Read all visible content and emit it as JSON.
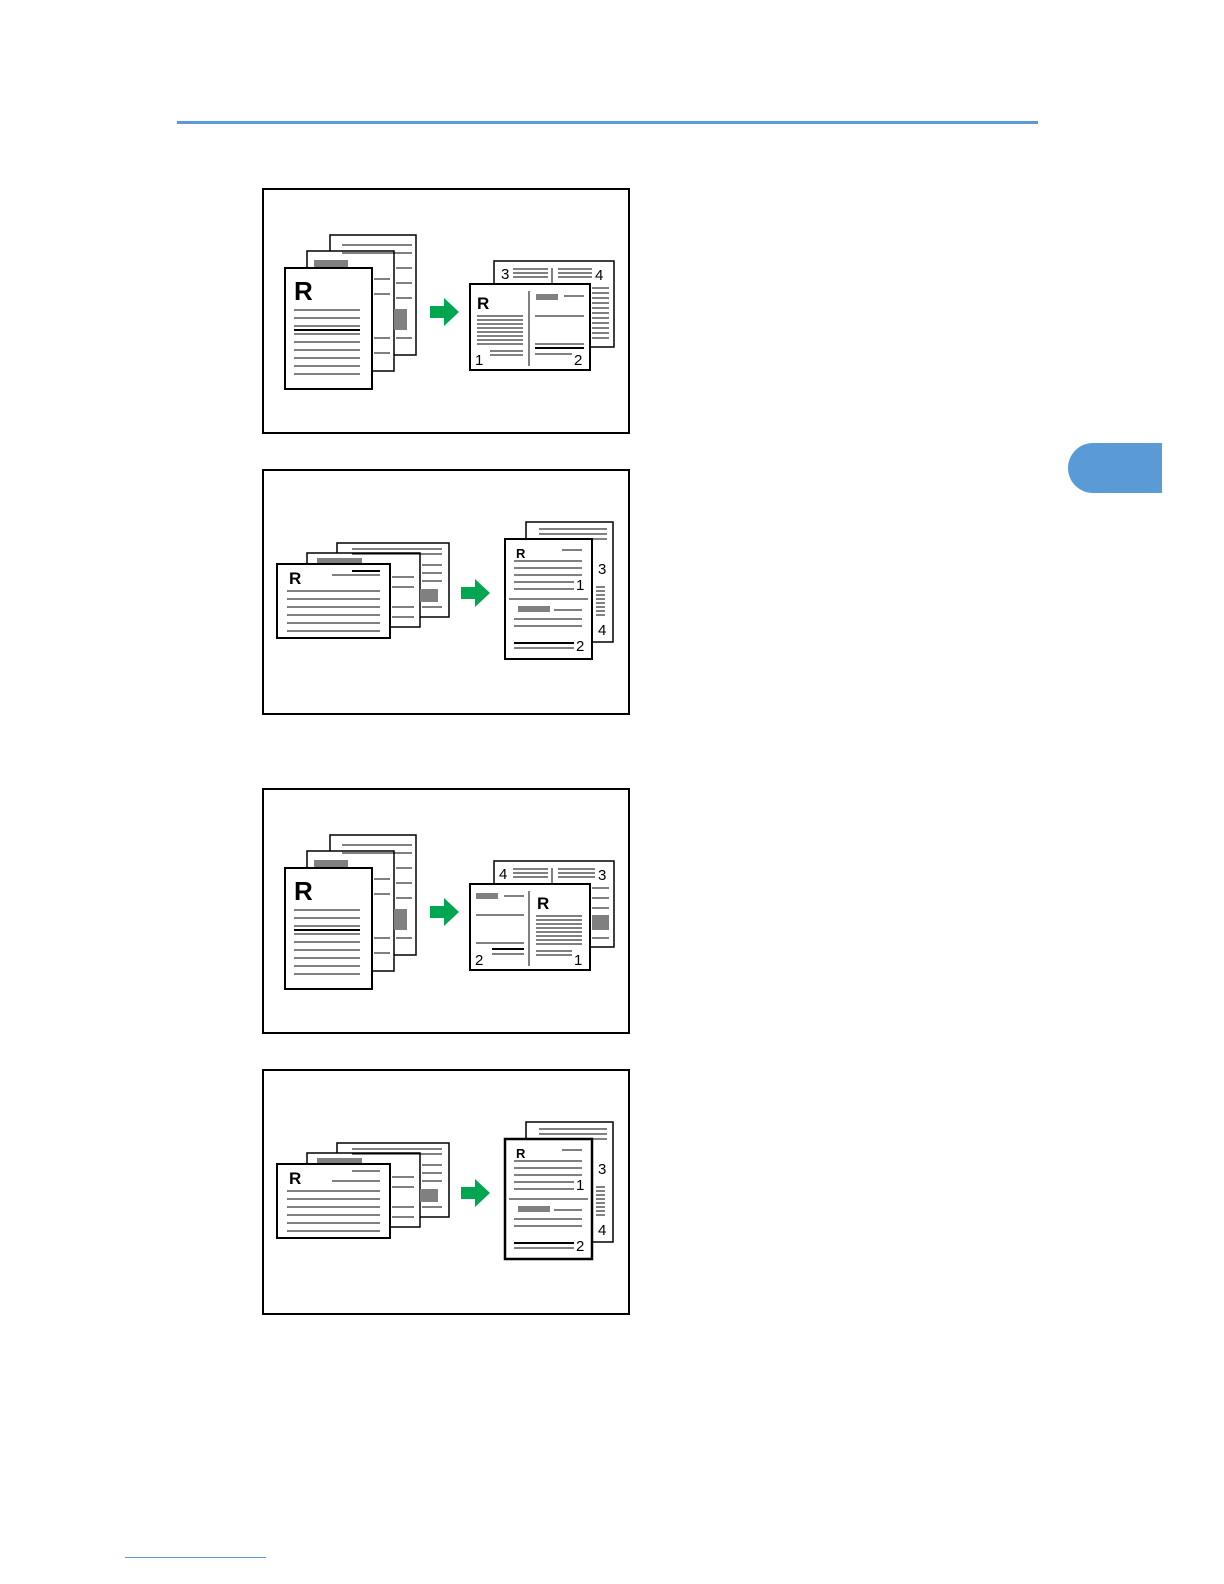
{
  "figures": [
    {
      "id": "fig1",
      "orig": "R",
      "page_labels": [
        "1",
        "2",
        "3",
        "4"
      ]
    },
    {
      "id": "fig2",
      "orig": "R",
      "page_labels": [
        "1",
        "2",
        "3",
        "4"
      ]
    },
    {
      "id": "fig3",
      "orig": "R",
      "page_labels": [
        "1",
        "2",
        "3",
        "4"
      ]
    },
    {
      "id": "fig4",
      "orig": "R",
      "page_labels": [
        "1",
        "2",
        "3",
        "4"
      ]
    }
  ],
  "colors": {
    "accent": "#5b9bd5",
    "arrow": "#00a650",
    "shade": "#808080"
  },
  "icons": {
    "arrow": "right-arrow-icon"
  }
}
